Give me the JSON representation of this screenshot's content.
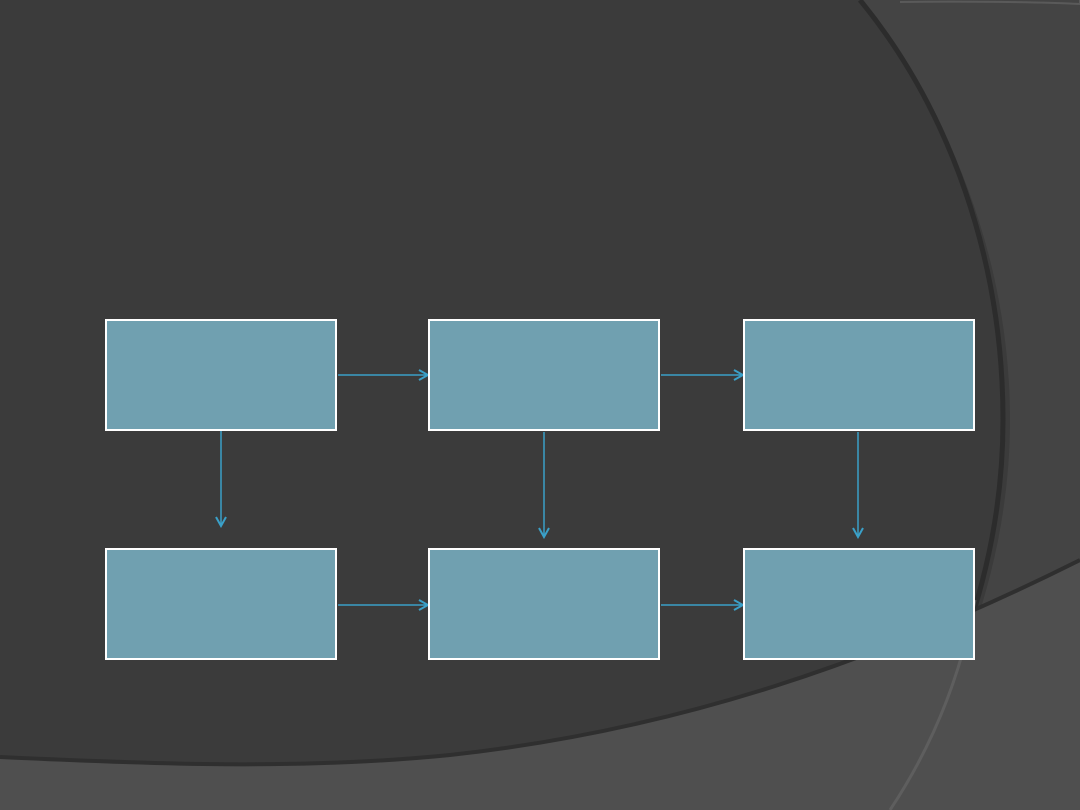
{
  "theme": {
    "background": "#3b3b3b",
    "swoosh_shadow": "#2c2c2c",
    "swoosh_light": "#444444",
    "swoosh_lighter": "#4f4f4f",
    "swoosh_edge": "#5a5a5a",
    "box_fill": "#70a0b0",
    "box_border": "#ffffff",
    "connector": "#3aa0c8"
  },
  "diagram": {
    "nodes": [
      {
        "id": "box-top-left",
        "label": ""
      },
      {
        "id": "box-top-center",
        "label": ""
      },
      {
        "id": "box-top-right",
        "label": ""
      },
      {
        "id": "box-bottom-left",
        "label": ""
      },
      {
        "id": "box-bottom-center",
        "label": ""
      },
      {
        "id": "box-bottom-right",
        "label": ""
      }
    ],
    "edges": [
      {
        "from": "box-top-left",
        "to": "box-top-center"
      },
      {
        "from": "box-top-center",
        "to": "box-top-right"
      },
      {
        "from": "box-top-left",
        "to": "box-bottom-left"
      },
      {
        "from": "box-top-center",
        "to": "box-bottom-center"
      },
      {
        "from": "box-top-right",
        "to": "box-bottom-right"
      },
      {
        "from": "box-bottom-left",
        "to": "box-bottom-center"
      },
      {
        "from": "box-bottom-center",
        "to": "box-bottom-right"
      }
    ]
  }
}
